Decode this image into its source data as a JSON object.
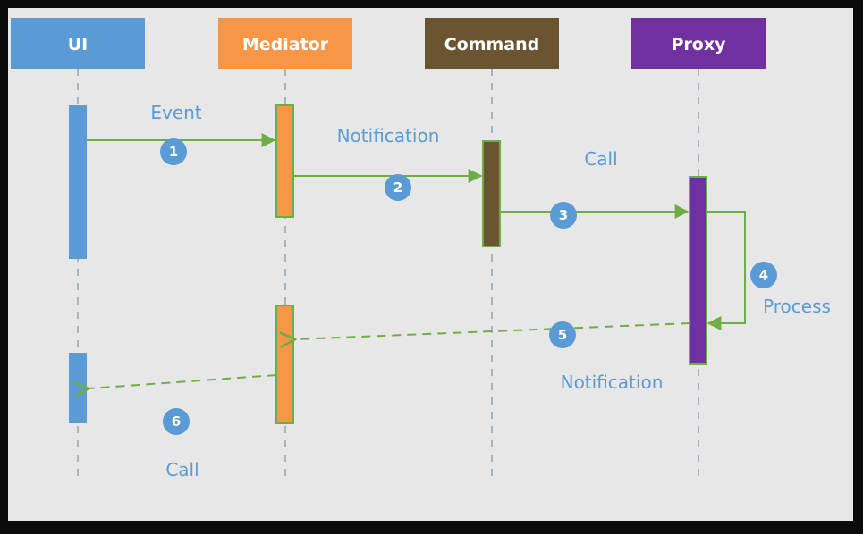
{
  "participants": [
    {
      "label": "UI",
      "color": "#5b9bd5"
    },
    {
      "label": "Mediator",
      "color": "#f79646"
    },
    {
      "label": "Command",
      "color": "#6b5430"
    },
    {
      "label": "Proxy",
      "color": "#7030a0"
    }
  ],
  "messages": [
    {
      "step": "1",
      "label": "Event"
    },
    {
      "step": "2",
      "label": "Notification"
    },
    {
      "step": "3",
      "label": "Call"
    },
    {
      "step": "4",
      "label": "Process"
    },
    {
      "step": "5",
      "label": "Notification"
    },
    {
      "step": "6",
      "label": "Call"
    }
  ],
  "colors": {
    "arrow": "#70ad47",
    "badge": "#5b9bd5",
    "lifeline": "#a6b4c2",
    "label": "#5b9bd5"
  }
}
